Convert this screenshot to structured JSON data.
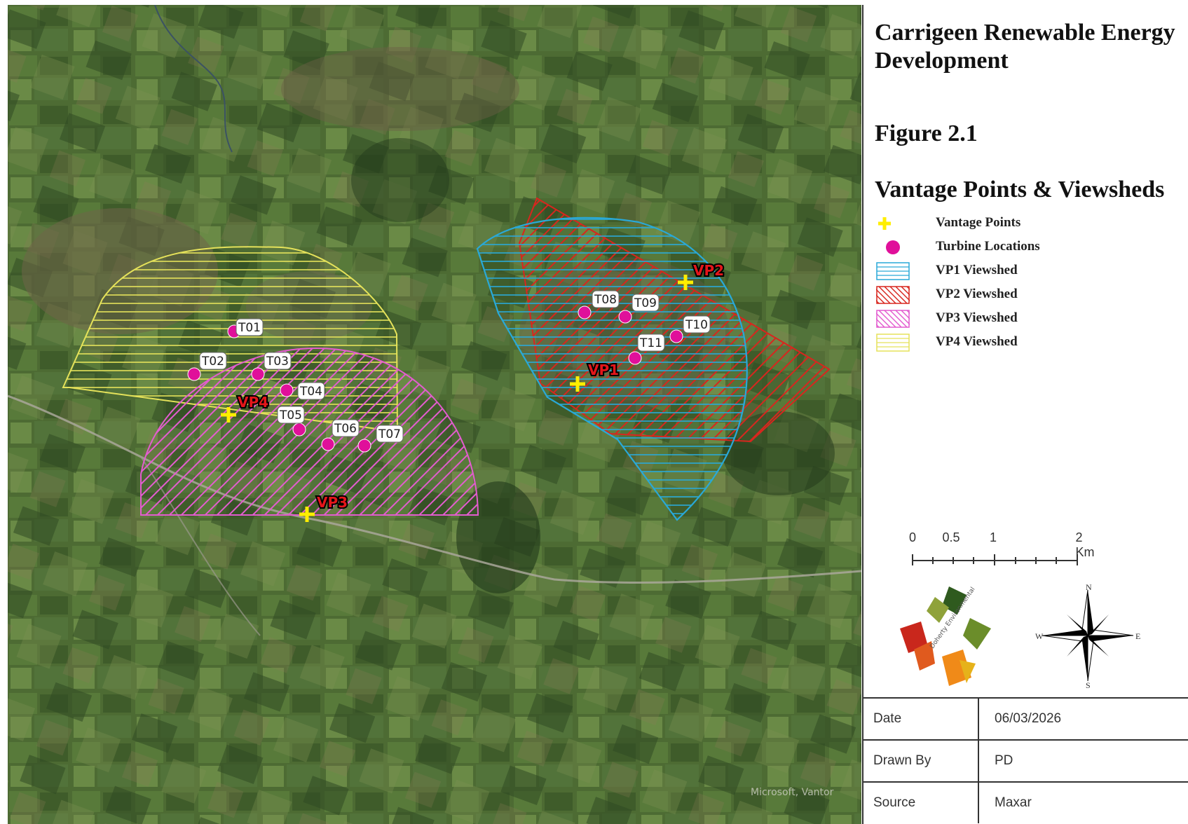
{
  "title": "Carrigeen Renewable Energy Development",
  "figure": "Figure 2.1",
  "subtitle": "Vantage Points & Viewsheds",
  "legend": [
    {
      "symbol": "yellow-cross",
      "label": "Vantage Points",
      "color": "#ffee00"
    },
    {
      "symbol": "magenta-dot",
      "label": "Turbine Locations",
      "color": "#e0109a"
    },
    {
      "symbol": "hatch-horizontal",
      "label": "VP1 Viewshed",
      "color": "#29a9d8"
    },
    {
      "symbol": "hatch-diagonal",
      "label": "VP2 Viewshed",
      "color": "#d8261e"
    },
    {
      "symbol": "hatch-diagonal",
      "label": "VP3 Viewshed",
      "color": "#e35ccf"
    },
    {
      "symbol": "hatch-horizontal",
      "label": "VP4 Viewshed",
      "color": "#e5e25a"
    }
  ],
  "vantage_points": [
    {
      "id": "VP1",
      "label": "VP1"
    },
    {
      "id": "VP2",
      "label": "VP2"
    },
    {
      "id": "VP3",
      "label": "VP3"
    },
    {
      "id": "VP4",
      "label": "VP4"
    }
  ],
  "turbines": [
    "T01",
    "T02",
    "T03",
    "T04",
    "T05",
    "T06",
    "T07",
    "T08",
    "T09",
    "T10",
    "T11"
  ],
  "scale_bar": {
    "labels": [
      "0",
      "0.5",
      "1",
      "2 Km"
    ]
  },
  "north_arrow": {
    "n": "N",
    "s": "S",
    "e": "E",
    "w": "W"
  },
  "logo_text": "Doherty Environmental",
  "info": [
    {
      "key": "Date",
      "value": "06/03/2026"
    },
    {
      "key": "Drawn By",
      "value": "PD"
    },
    {
      "key": "Source",
      "value": "Maxar"
    }
  ],
  "attribution": "Microsoft, Vantor",
  "colors": {
    "vp1": "#29a9d8",
    "vp2": "#d8261e",
    "vp3": "#e35ccf",
    "vp4": "#e5e25a",
    "turbine": "#e0109a",
    "vantage": "#ffee00"
  }
}
